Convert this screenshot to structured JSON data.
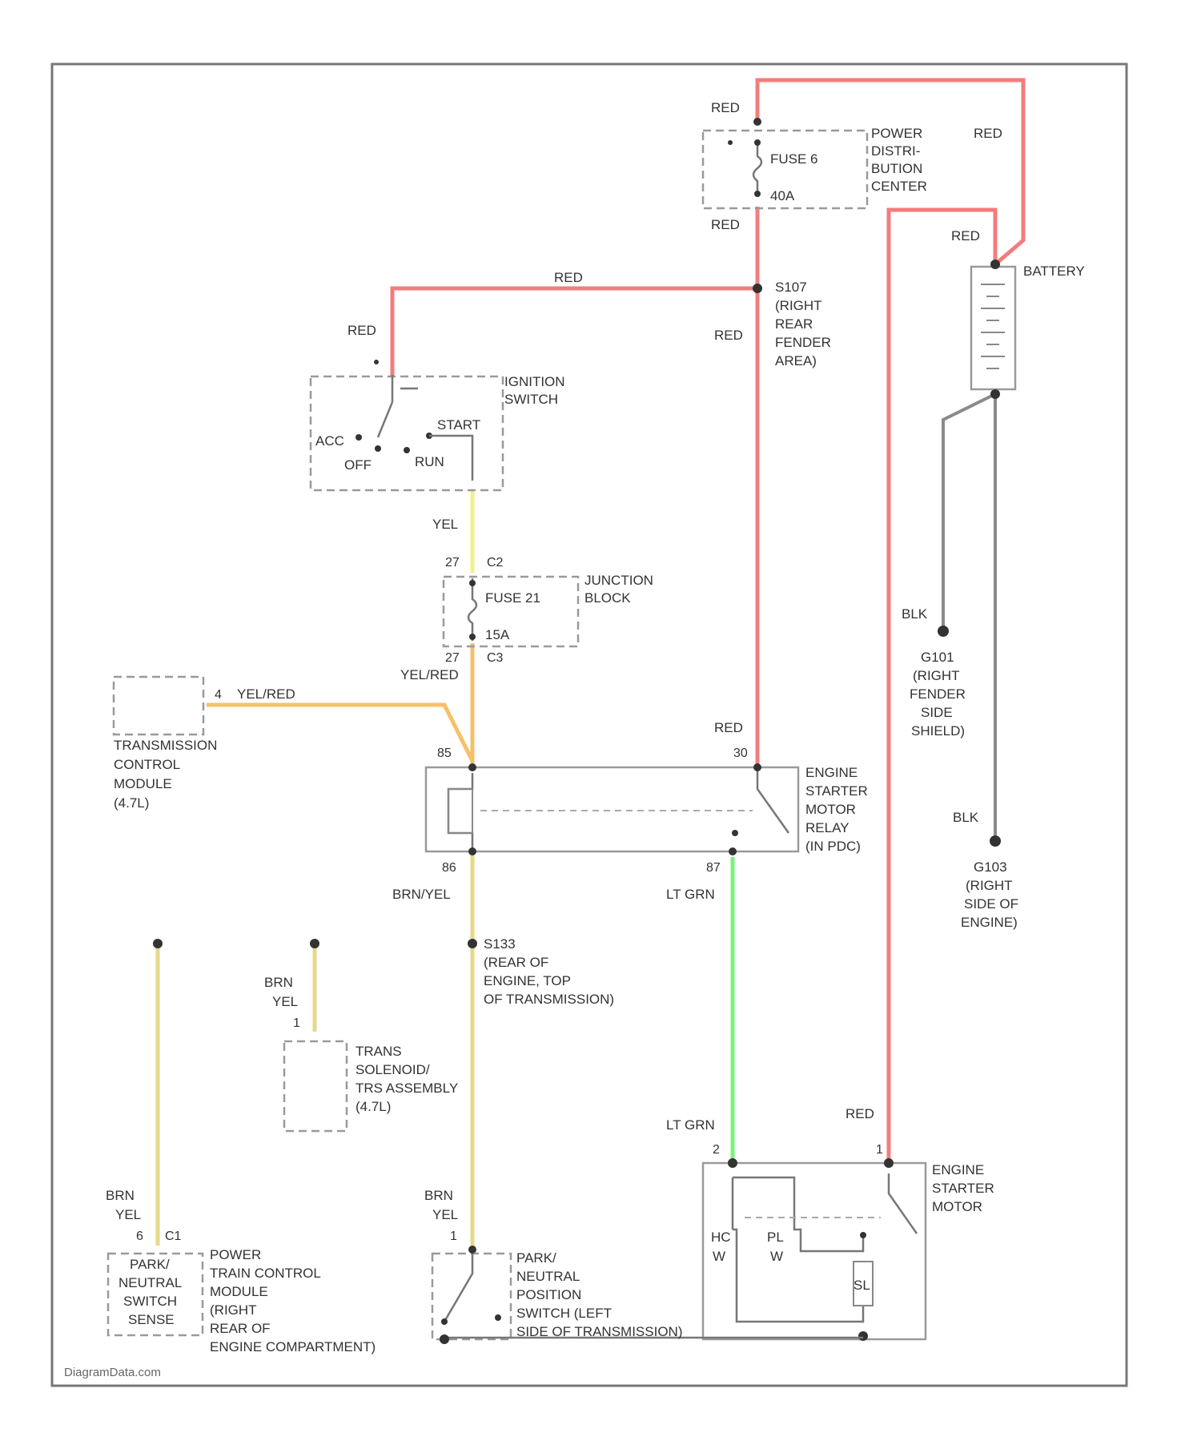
{
  "diagram": {
    "watermark": "DiagramData.com",
    "wire_labels": {
      "red": "RED",
      "yel": "YEL",
      "yel_red": "YEL/RED",
      "brn_yel": "BRN/YEL",
      "brn": "BRN",
      "yel_short": "YEL",
      "lt_grn": "LT GRN",
      "blk": "BLK"
    },
    "components": {
      "pdc": [
        "POWER",
        "DISTRI-",
        "BUTION",
        "CENTER"
      ],
      "fuse6": "FUSE 6",
      "fuse6_amp": "40A",
      "battery": "BATTERY",
      "s107": [
        "S107",
        "(RIGHT",
        "REAR",
        "FENDER",
        "AREA)"
      ],
      "ignition": [
        "IGNITION",
        "SWITCH"
      ],
      "acc": "ACC",
      "off": "OFF",
      "run": "RUN",
      "start": "START",
      "junction": [
        "JUNCTION",
        "BLOCK"
      ],
      "fuse21": "FUSE 21",
      "fuse21_amp": "15A",
      "tcm": [
        "TRANSMISSION",
        "CONTROL",
        "MODULE",
        "(4.7L)"
      ],
      "relay": [
        "ENGINE",
        "STARTER",
        "MOTOR",
        "RELAY",
        "(IN PDC)"
      ],
      "g101": [
        "G101",
        "(RIGHT",
        "FENDER",
        "SIDE",
        "SHIELD)"
      ],
      "g103": [
        "G103",
        "(RIGHT",
        "SIDE OF",
        "ENGINE)"
      ],
      "s133": [
        "S133",
        "(REAR OF",
        "ENGINE, TOP",
        "OF TRANSMISSION)"
      ],
      "solenoid": [
        "TRANS",
        "SOLENOID/",
        "TRS ASSEMBLY",
        "(4.7L)"
      ],
      "starter": [
        "ENGINE",
        "STARTER",
        "MOTOR"
      ],
      "pnpl": [
        "PARK/",
        "NEUTRAL",
        "POSITION",
        "SWITCH (LEFT",
        "SIDE OF TRANSMISSION)"
      ],
      "pnsense": [
        "PARK/",
        "NEUTRAL",
        "SWITCH",
        "SENSE"
      ],
      "pcm": [
        "POWER",
        "TRAIN CONTROL",
        "MODULE",
        "(RIGHT",
        "REAR OF",
        "ENGINE COMPARTMENT)"
      ],
      "hc": [
        "HC",
        "W"
      ],
      "pl": [
        "PL",
        "W"
      ],
      "sl": "SL"
    },
    "pins": {
      "jb_in": "27",
      "jb_in_conn": "C2",
      "jb_out": "27",
      "jb_out_conn": "C3",
      "tcm_pin": "4",
      "relay_86": "85",
      "relay_30": "30",
      "relay_86b": "86",
      "relay_87": "87",
      "starter_2": "2",
      "starter_1": "1",
      "sol_pin": "1",
      "pcm_pin": "6",
      "pcm_conn": "C1",
      "pnpl_pin": "1"
    }
  }
}
